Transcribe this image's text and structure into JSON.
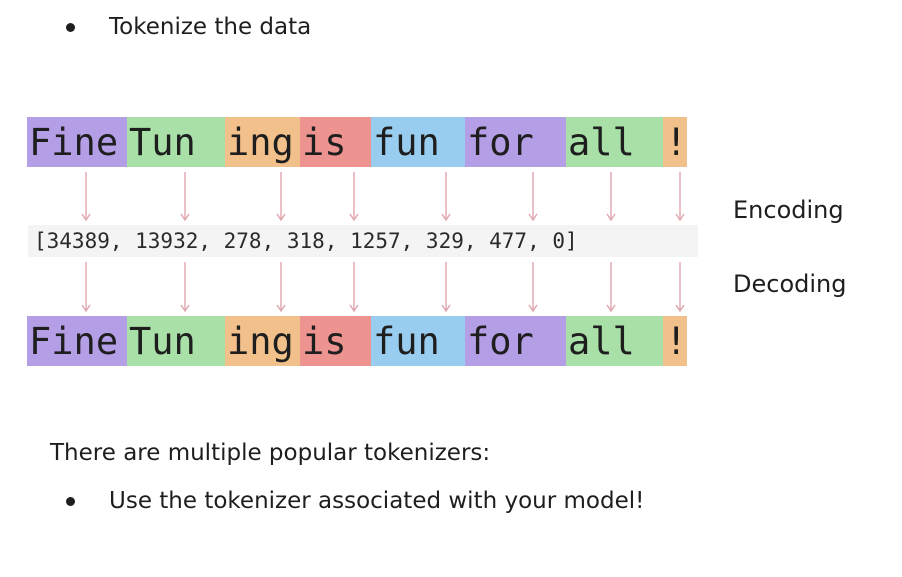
{
  "bullets": {
    "top": "Tokenize the data",
    "intro": "There are multiple popular tokenizers:",
    "model": "Use the tokenizer associated with your model!"
  },
  "tokens": [
    {
      "text": "Fine ",
      "color": "#b49ee6"
    },
    {
      "text": "Tun",
      "color": "#a8e0a8"
    },
    {
      "text": "ing ",
      "color": "#f2c08a"
    },
    {
      "text": "is ",
      "color": "#ee9490"
    },
    {
      "text": "fun ",
      "color": "#99cdf0"
    },
    {
      "text": "for ",
      "color": "#b49ee6"
    },
    {
      "text": "all",
      "color": "#a8e0a8"
    },
    {
      "text": "!",
      "color": "#f2c08a"
    }
  ],
  "encoded_ids": "[34389, 13932, 278, 318, 1257, 329, 477, 0]",
  "labels": {
    "encoding": "Encoding",
    "decoding": "Decoding"
  },
  "arrow_color": "#e0a6ae"
}
